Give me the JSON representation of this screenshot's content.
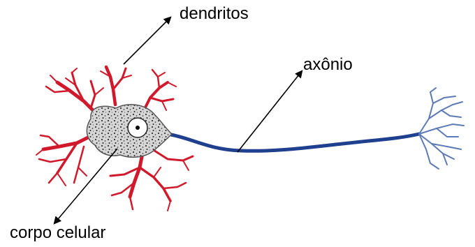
{
  "labels": {
    "dendrites": "dendritos",
    "axon": "axônio",
    "cell_body": "corpo celular"
  },
  "colors": {
    "dendrite": "#d01a2c",
    "axon": "#1f3f8f",
    "axon_terminal": "#5c7ab5",
    "cell_body": "#cfcfcf",
    "arrow": "#000000"
  }
}
